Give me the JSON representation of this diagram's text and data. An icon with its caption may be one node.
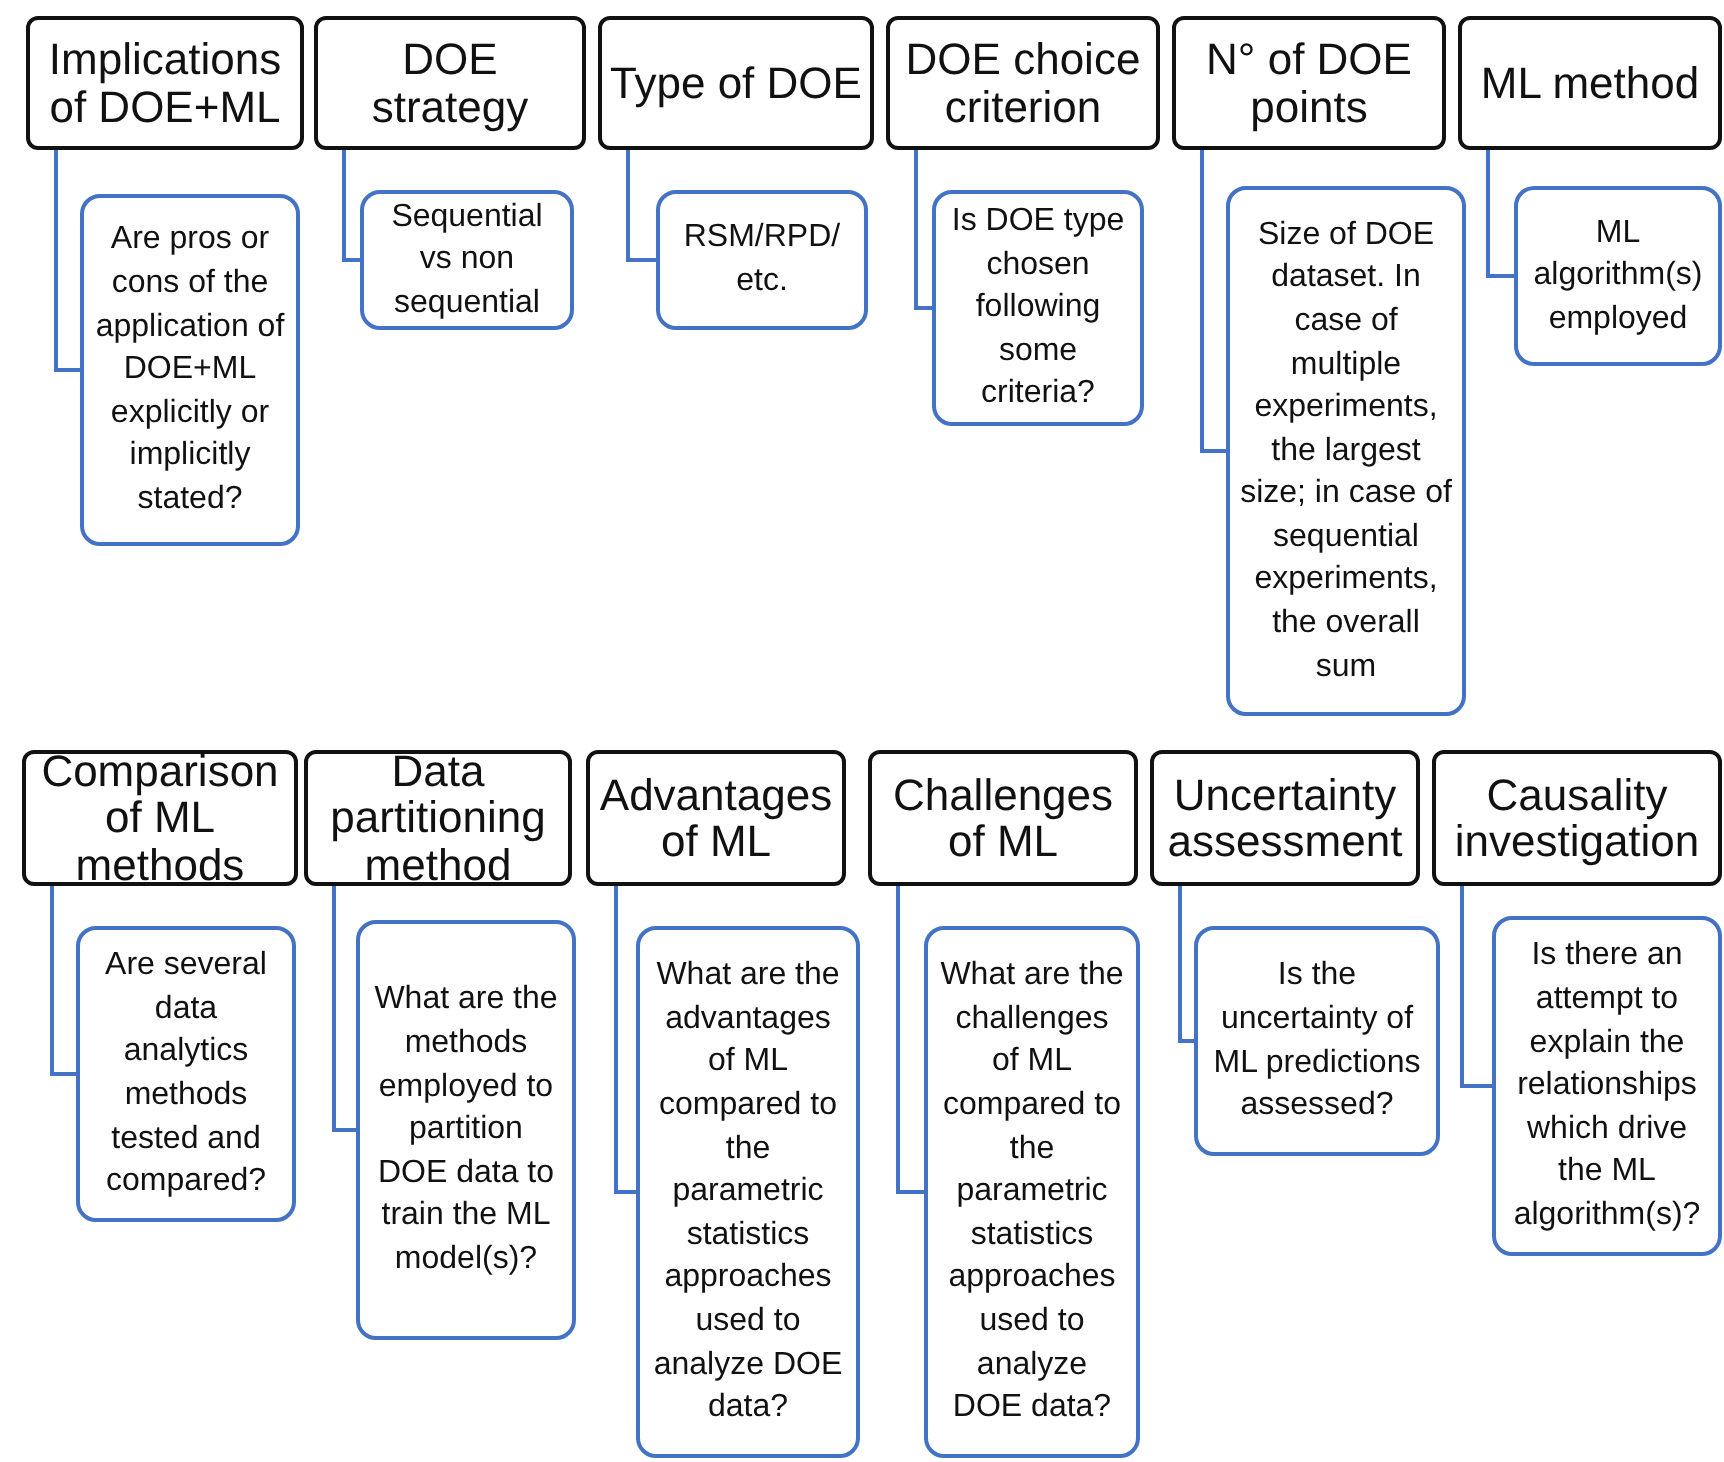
{
  "diagram": {
    "nodes": [
      {
        "text": [
          "Implications of DOE+ML"
        ]
      },
      {
        "text": [
          "Are pros or cons of the application of DOE+ML explicitly or implicitly stated?"
        ]
      },
      {
        "text": [
          "DOE strategy"
        ]
      },
      {
        "text": [
          "Sequential vs non sequential"
        ]
      },
      {
        "text": [
          "Type of DOE"
        ]
      },
      {
        "text": [
          "RSM/RPD/ etc."
        ]
      },
      {
        "text": [
          "DOE choice criterion"
        ]
      },
      {
        "text": [
          "Is DOE type chosen following some criteria?"
        ]
      },
      {
        "text": [
          "N° of DOE points"
        ]
      },
      {
        "text": [
          "Size of DOE dataset. In case of multiple experiments, the largest size; in case of sequential experiments, the overall sum"
        ]
      },
      {
        "text": [
          "ML method"
        ]
      },
      {
        "text": [
          "ML algorithm(s) employed"
        ]
      },
      {
        "text": [
          "Comparison of ML methods"
        ]
      },
      {
        "text": [
          "Are several data analytics methods tested and compared?"
        ]
      },
      {
        "text": [
          "Data partitioning method"
        ]
      },
      {
        "text": [
          "What are the methods employed to partition DOE data to train the ML model(s)?"
        ]
      },
      {
        "text": [
          "Advantages of ML"
        ]
      },
      {
        "text": [
          "What are the advantages of ML compared to the parametric statistics approaches used to analyze DOE data?"
        ]
      },
      {
        "text": [
          "Challenges of ML"
        ]
      },
      {
        "text": [
          "What are the challenges of ML compared to the parametric statistics approaches used to analyze DOE data?"
        ]
      },
      {
        "text": [
          "Uncertainty assessment"
        ]
      },
      {
        "text": [
          "Is the uncertainty of ML predictions assessed?"
        ]
      },
      {
        "text": [
          "Causality investigation"
        ]
      },
      {
        "text": [
          "Is there an attempt to explain the relationships which drive the ML algorithm(s)?"
        ]
      }
    ],
    "edges": [
      {
        "from": 0,
        "to": 1,
        "arrow": "none"
      },
      {
        "from": 2,
        "to": 3,
        "arrow": "none"
      },
      {
        "from": 4,
        "to": 5,
        "arrow": "none"
      },
      {
        "from": 6,
        "to": 7,
        "arrow": "none"
      },
      {
        "from": 8,
        "to": 9,
        "arrow": "none"
      },
      {
        "from": 10,
        "to": 11,
        "arrow": "none"
      },
      {
        "from": 12,
        "to": 13,
        "arrow": "none"
      },
      {
        "from": 14,
        "to": 15,
        "arrow": "none"
      },
      {
        "from": 16,
        "to": 17,
        "arrow": "none"
      },
      {
        "from": 18,
        "to": 19,
        "arrow": "none"
      },
      {
        "from": 20,
        "to": 21,
        "arrow": "none"
      },
      {
        "from": 22,
        "to": 23,
        "arrow": "none"
      }
    ]
  }
}
